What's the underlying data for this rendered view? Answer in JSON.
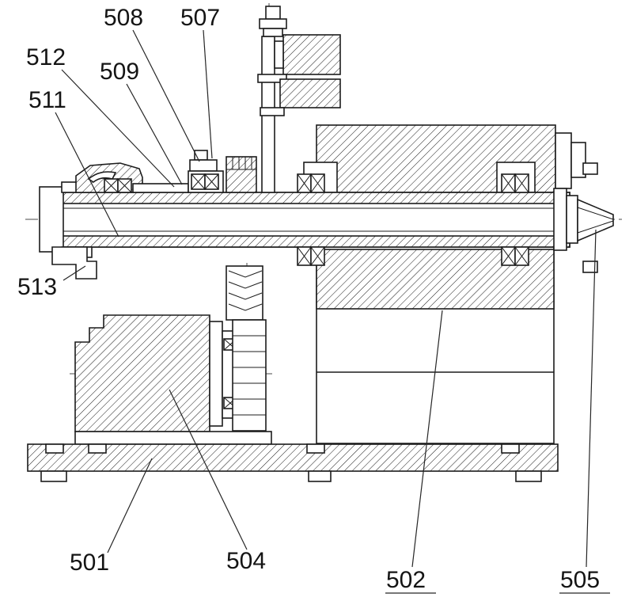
{
  "figure": {
    "background": "#ffffff",
    "line_color": "#1c1c1c",
    "labels": [
      {
        "text": "508"
      },
      {
        "text": "507"
      },
      {
        "text": "512"
      },
      {
        "text": "509"
      },
      {
        "text": "511"
      },
      {
        "text": "513"
      },
      {
        "text": "501"
      },
      {
        "text": "504"
      },
      {
        "text": "502"
      },
      {
        "text": "505"
      }
    ]
  }
}
